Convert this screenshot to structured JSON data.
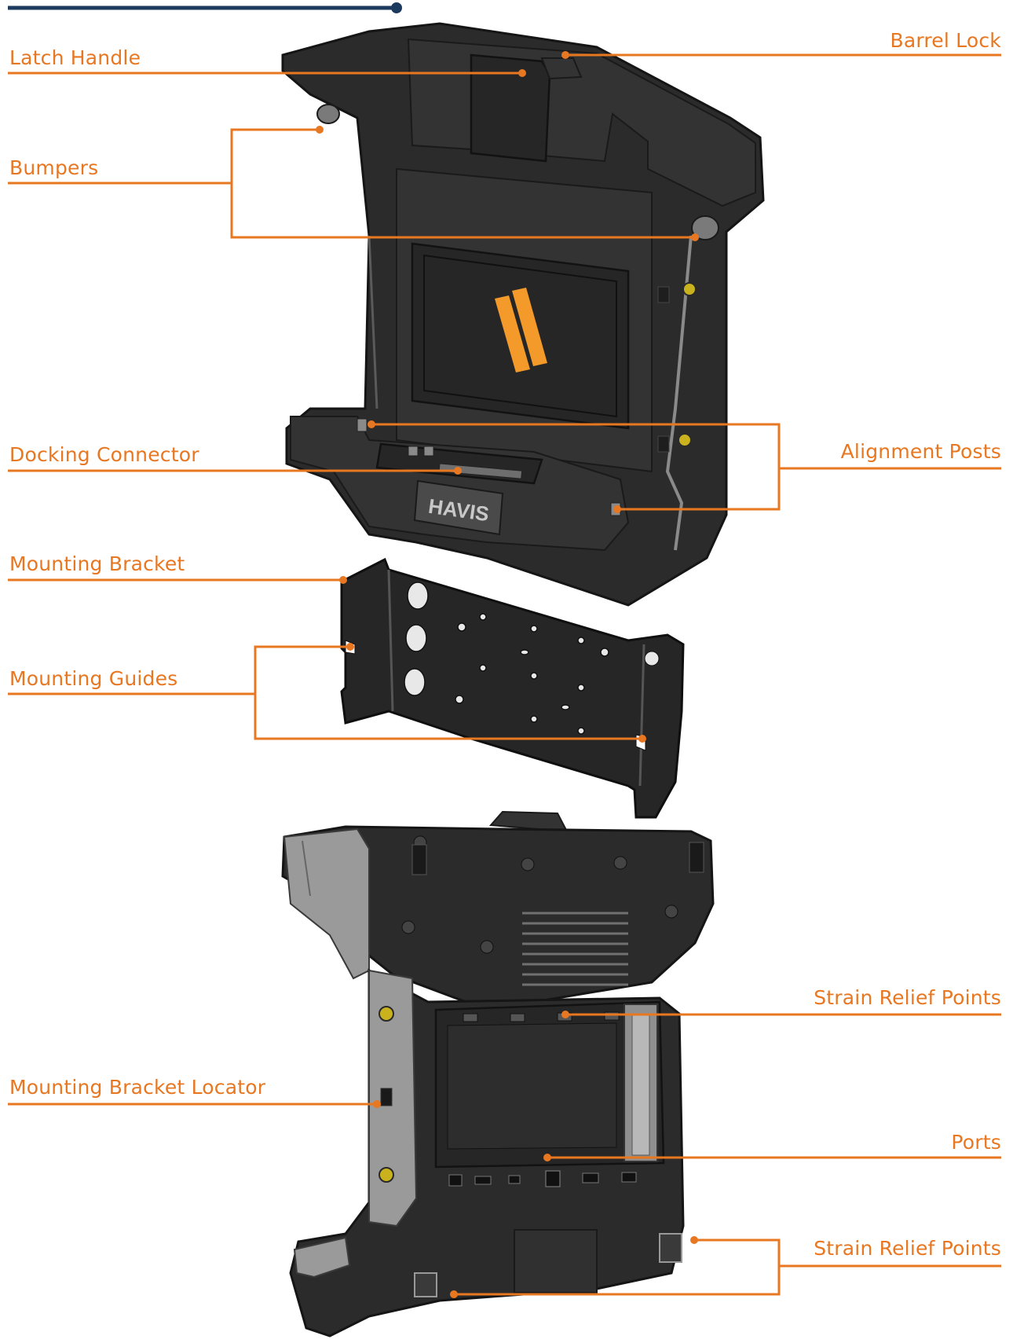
{
  "colors": {
    "accent": "#e87722",
    "top_rule": "#1c3a5e",
    "device_dark": "#2b2b2b",
    "logo_orange": "#f39a2b"
  },
  "logo": {
    "text": "HAVIS"
  },
  "callouts": {
    "latch_handle": "Latch Handle",
    "barrel_lock": "Barrel Lock",
    "bumpers": "Bumpers",
    "docking_connector": "Docking Connector",
    "alignment_posts": "Alignment Posts",
    "mounting_bracket": "Mounting Bracket",
    "mounting_guides": "Mounting Guides",
    "strain_relief_points_1": "Strain Relief Points",
    "mounting_bracket_locator": "Mounting Bracket Locator",
    "ports": "Ports",
    "strain_relief_points_2": "Strain Relief Points"
  }
}
